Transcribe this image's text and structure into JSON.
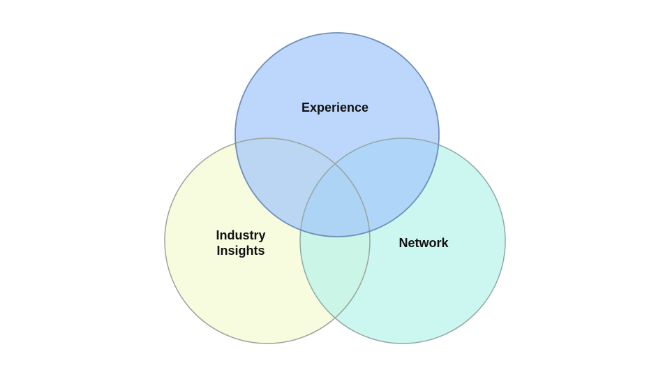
{
  "diagram": {
    "type": "venn",
    "circles": [
      {
        "id": "experience",
        "label_lines": [
          "Experience"
        ],
        "fill": "#a4c8fb",
        "stroke": "#6f8fb8"
      },
      {
        "id": "industry-insights",
        "label_lines": [
          "Industry",
          "Insights"
        ],
        "fill": "#f6fbd9",
        "stroke": "#9aa39a"
      },
      {
        "id": "network",
        "label_lines": [
          "Network"
        ],
        "fill": "#b7f2ea",
        "stroke": "#8fa9a6"
      }
    ]
  }
}
